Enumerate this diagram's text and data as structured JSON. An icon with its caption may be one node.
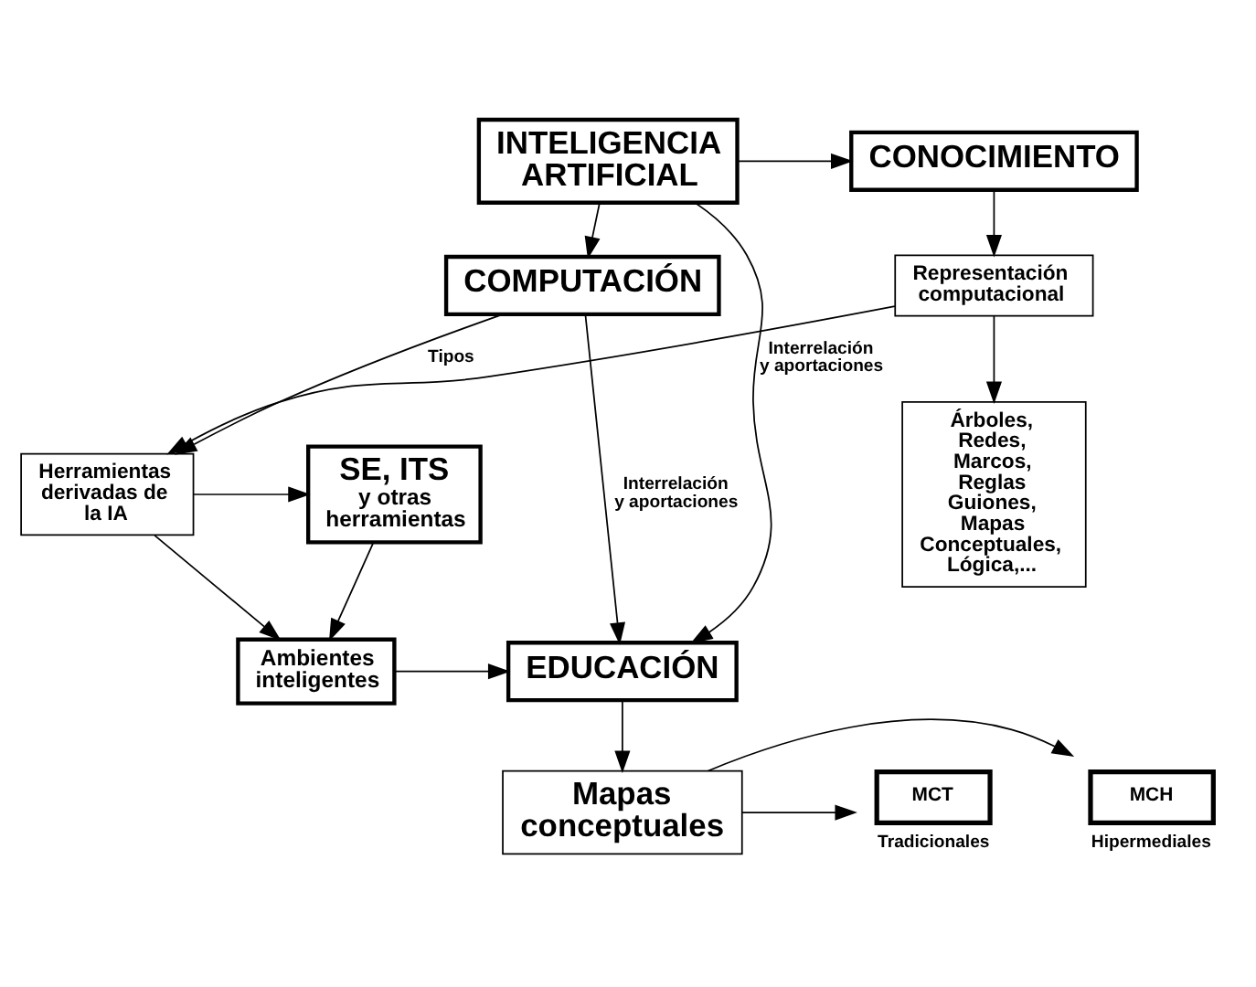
{
  "diagram": {
    "nodes": [
      {
        "text": [
          "INTELIGENCIA ARTIFICIAL"
        ]
      },
      {
        "text": [
          "CONOCIMIENTO"
        ]
      },
      {
        "text": [
          "Árboles, Redes, Marcos, Reglas Guiones, Mapas Conceptuales, Lógica,..."
        ]
      },
      {
        "text": [
          "Representación computacional"
        ]
      },
      {
        "text": [
          "COMPUTACIÓN"
        ]
      },
      {
        "text": [
          "Herramientas derivadas de la IA"
        ]
      },
      {
        "text": [
          "SE, ITS",
          "y otras herramientas"
        ]
      },
      {
        "text": [
          "Ambientes inteligentes"
        ]
      },
      {
        "text": [
          "EDUCACIÓN"
        ]
      },
      {
        "text": [
          "Mapas conceptuales"
        ]
      },
      {
        "text": [
          "MCT"
        ],
        "beside": [
          "Tradicionales"
        ]
      },
      {
        "text": [
          "MCH"
        ],
        "beside": [
          "Hipermediales"
        ]
      }
    ],
    "edges": [
      {
        "from": 0,
        "to": 1,
        "arrow": "to"
      },
      {
        "from": 0,
        "to": 4,
        "arrow": "to"
      },
      {
        "from": 1,
        "to": 3,
        "arrow": "to"
      },
      {
        "from": 3,
        "to": 2,
        "arrow": "to"
      },
      {
        "from": 3,
        "to": 5,
        "arrow": "to"
      },
      {
        "from": 4,
        "to": 5,
        "arrow": "to",
        "label": "Tipos"
      },
      {
        "from": 4,
        "to": 8,
        "arrow": "to",
        "label": "Interrelación y aportaciones"
      },
      {
        "from": 0,
        "to": 8,
        "arrow": "to",
        "label": "Interrelación y aportaciones"
      },
      {
        "from": 5,
        "to": 6,
        "arrow": "to"
      },
      {
        "from": 5,
        "to": 7,
        "arrow": "to"
      },
      {
        "from": 6,
        "to": 7,
        "arrow": "to"
      },
      {
        "from": 7,
        "to": 8,
        "arrow": "to"
      },
      {
        "from": 8,
        "to": 9,
        "arrow": "to"
      },
      {
        "from": 9,
        "to": 10,
        "arrow": "to"
      },
      {
        "from": 9,
        "to": 11,
        "arrow": "to"
      }
    ]
  }
}
